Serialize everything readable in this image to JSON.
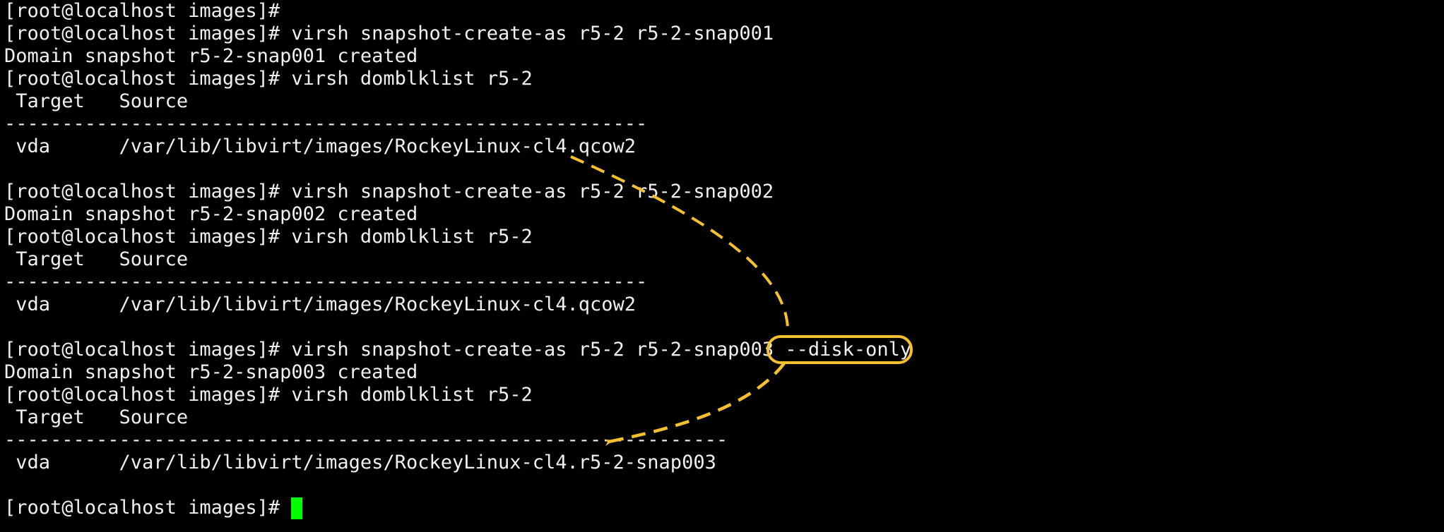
{
  "terminal": {
    "lines": [
      "[root@localhost images]#",
      "[root@localhost images]# virsh snapshot-create-as r5-2 r5-2-snap001",
      "Domain snapshot r5-2-snap001 created",
      "[root@localhost images]# virsh domblklist r5-2",
      " Target   Source",
      "--------------------------------------------------------",
      " vda      /var/lib/libvirt/images/RockeyLinux-cl4.qcow2",
      "",
      "[root@localhost images]# virsh snapshot-create-as r5-2 r5-2-snap002",
      "Domain snapshot r5-2-snap002 created",
      "[root@localhost images]# virsh domblklist r5-2",
      " Target   Source",
      "--------------------------------------------------------",
      " vda      /var/lib/libvirt/images/RockeyLinux-cl4.qcow2",
      "",
      "[root@localhost images]# virsh snapshot-create-as r5-2 r5-2-snap003 --disk-only",
      "Domain snapshot r5-2-snap003 created",
      "[root@localhost images]# virsh domblklist r5-2",
      " Target   Source",
      "---------------------------------------------------------------",
      " vda      /var/lib/libvirt/images/RockeyLinux-cl4.r5-2-snap003",
      "",
      "[root@localhost images]# "
    ],
    "cursor_color": "#00ff00",
    "text_color": "#f0f0f0",
    "background": "#000000"
  },
  "annotation": {
    "color": "#f4c030",
    "highlight": "--disk-only"
  }
}
